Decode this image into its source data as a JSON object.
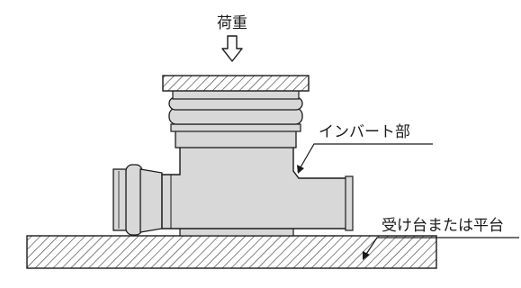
{
  "labels": {
    "load": "荷重",
    "invert": "インバート部",
    "base": "受け台または平台"
  },
  "colors": {
    "line": "#1a1a1a",
    "fill": "#d8d8d8",
    "hatch": "#333333"
  }
}
